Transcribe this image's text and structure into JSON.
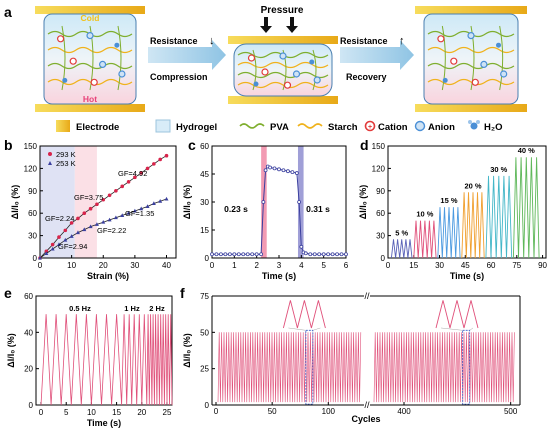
{
  "panel_a": {
    "letter": "a",
    "cold": "Cold",
    "hot": "Hot",
    "resistance_down": "Resistance",
    "resistance_up": "Resistance",
    "compression": "Compression",
    "pressure": "Pressure",
    "recovery": "Recovery"
  },
  "legend": {
    "electrode": "Electrode",
    "hydrogel": "Hydrogel",
    "pva": "PVA",
    "starch": "Starch",
    "cation": "Cation",
    "anion": "Anion",
    "h2o": "H₂O",
    "colors": {
      "electrode": "#f2c21b",
      "hydrogel": "#d8ecf8",
      "pva": "#7fae2e",
      "starch": "#f0b21c",
      "cation": "#e23b3b",
      "anion": "#4a8fd6"
    }
  },
  "chart_data": [
    {
      "panel": "b",
      "type": "scatter",
      "xlabel": "Strain (%)",
      "ylabel": "ΔI/I₀ (%)",
      "xlim": [
        0,
        43
      ],
      "ylim": [
        0,
        150
      ],
      "xticks": [
        0,
        10,
        20,
        30,
        40
      ],
      "yticks": [
        0,
        30,
        60,
        90,
        120,
        150
      ],
      "shaded": [
        {
          "from": 0,
          "to": 11,
          "color": "#dfe2f4"
        },
        {
          "from": 11,
          "to": 18,
          "color": "#fbe0e6"
        }
      ],
      "series": [
        {
          "name": "293 K",
          "color": "#d8244b",
          "x": [
            0,
            2,
            4,
            6,
            8,
            10,
            12,
            14,
            16,
            18,
            20,
            22,
            24,
            26,
            28,
            30,
            32,
            34,
            36,
            38,
            40
          ],
          "values": [
            0,
            9,
            18,
            28,
            37,
            47,
            53,
            60,
            66,
            72,
            78,
            84,
            90,
            96,
            102,
            108,
            114,
            120,
            126,
            132,
            137
          ]
        },
        {
          "name": "253 K",
          "color": "#3a3f9e",
          "x": [
            0,
            2,
            4,
            6,
            8,
            10,
            12,
            14,
            16,
            18,
            20,
            22,
            24,
            26,
            28,
            30,
            32,
            34,
            36,
            38,
            40
          ],
          "values": [
            0,
            6,
            12,
            18,
            24,
            29,
            34,
            38,
            42,
            45,
            48,
            51,
            54,
            57,
            60,
            63,
            66,
            69,
            73,
            76,
            79
          ]
        }
      ],
      "annotations": [
        "GF=4.92",
        "GF=3.75",
        "GF=2.24",
        "GF=2.94",
        "GF=2.22",
        "GF=1.35"
      ]
    },
    {
      "panel": "c",
      "type": "line",
      "xlabel": "Time (s)",
      "ylabel": "ΔI/I₀ (%)",
      "xlim": [
        0,
        6
      ],
      "ylim": [
        0,
        60
      ],
      "xticks": [
        0,
        1,
        2,
        3,
        4,
        5,
        6
      ],
      "yticks": [
        0,
        15,
        30,
        45,
        60
      ],
      "color": "#3a3f9e",
      "bands": [
        {
          "from": 2.2,
          "to": 2.45,
          "color": "#f08aa6"
        },
        {
          "from": 3.85,
          "to": 4.1,
          "color": "#8f8ed0"
        }
      ],
      "x": [
        0,
        0.2,
        0.4,
        0.6,
        0.8,
        1,
        1.2,
        1.4,
        1.6,
        1.8,
        2,
        2.2,
        2.3,
        2.4,
        2.5,
        2.6,
        2.8,
        3,
        3.2,
        3.4,
        3.6,
        3.8,
        3.9,
        4,
        4.1,
        4.2,
        4.4,
        4.6,
        4.8,
        5,
        5.2,
        5.4,
        5.6,
        5.8,
        6
      ],
      "values": [
        2,
        2,
        2,
        2,
        2,
        2,
        2,
        2,
        2,
        2,
        2,
        2,
        30,
        47,
        49,
        48.5,
        48,
        47.5,
        47,
        46.5,
        46,
        45.5,
        30,
        6,
        3,
        2.5,
        2,
        2,
        2,
        2,
        2,
        2,
        2,
        2,
        2
      ],
      "annotations": [
        "0.23 s",
        "0.31 s"
      ]
    },
    {
      "panel": "d",
      "type": "line",
      "xlabel": "Time (s)",
      "ylabel": "ΔI/I₀ (%)",
      "xlim": [
        0,
        92
      ],
      "ylim": [
        0,
        150
      ],
      "xticks": [
        0,
        15,
        30,
        45,
        60,
        75,
        90
      ],
      "yticks": [
        0,
        30,
        60,
        90,
        120,
        150
      ],
      "segments": [
        {
          "label": "5 %",
          "from": 2,
          "to": 14,
          "peak": 25,
          "color": "#5a62b8"
        },
        {
          "label": "10 %",
          "from": 15,
          "to": 28,
          "peak": 50,
          "color": "#e0507a"
        },
        {
          "label": "15 %",
          "from": 29,
          "to": 42,
          "peak": 68,
          "color": "#4c9ae0"
        },
        {
          "label": "20 %",
          "from": 43,
          "to": 56,
          "peak": 88,
          "color": "#f0a030"
        },
        {
          "label": "30 %",
          "from": 57,
          "to": 72,
          "peak": 110,
          "color": "#44b7c8"
        },
        {
          "label": "40 %",
          "from": 73,
          "to": 88,
          "peak": 135,
          "color": "#5fb85a"
        }
      ]
    },
    {
      "panel": "e",
      "type": "line",
      "xlabel": "Time (s)",
      "ylabel": "ΔI/I₀ (%)",
      "xlim": [
        -1,
        26
      ],
      "ylim": [
        0,
        60
      ],
      "xticks": [
        0,
        5,
        10,
        15,
        20,
        25
      ],
      "yticks": [
        0,
        20,
        40,
        60
      ],
      "color": "#e0507a",
      "peak": 50,
      "segments": [
        {
          "label": "0.5 Hz",
          "from": 0,
          "to": 16,
          "period": 2
        },
        {
          "label": "1 Hz",
          "from": 16,
          "to": 21,
          "period": 1
        },
        {
          "label": "2 Hz",
          "from": 21,
          "to": 26,
          "period": 0.5
        }
      ]
    },
    {
      "panel": "f",
      "type": "line",
      "xlabel": "Cycles",
      "ylabel": "ΔI/I₀ (%)",
      "ylim": [
        0,
        75
      ],
      "yticks": [
        0,
        25,
        50,
        75
      ],
      "left_axis": {
        "xlim": [
          0,
          130
        ],
        "xticks": [
          0,
          50,
          100
        ]
      },
      "right_axis": {
        "xlim": [
          370,
          505
        ],
        "xticks": [
          400,
          500
        ]
      },
      "color": "#e0507a",
      "peak": 50
    }
  ]
}
